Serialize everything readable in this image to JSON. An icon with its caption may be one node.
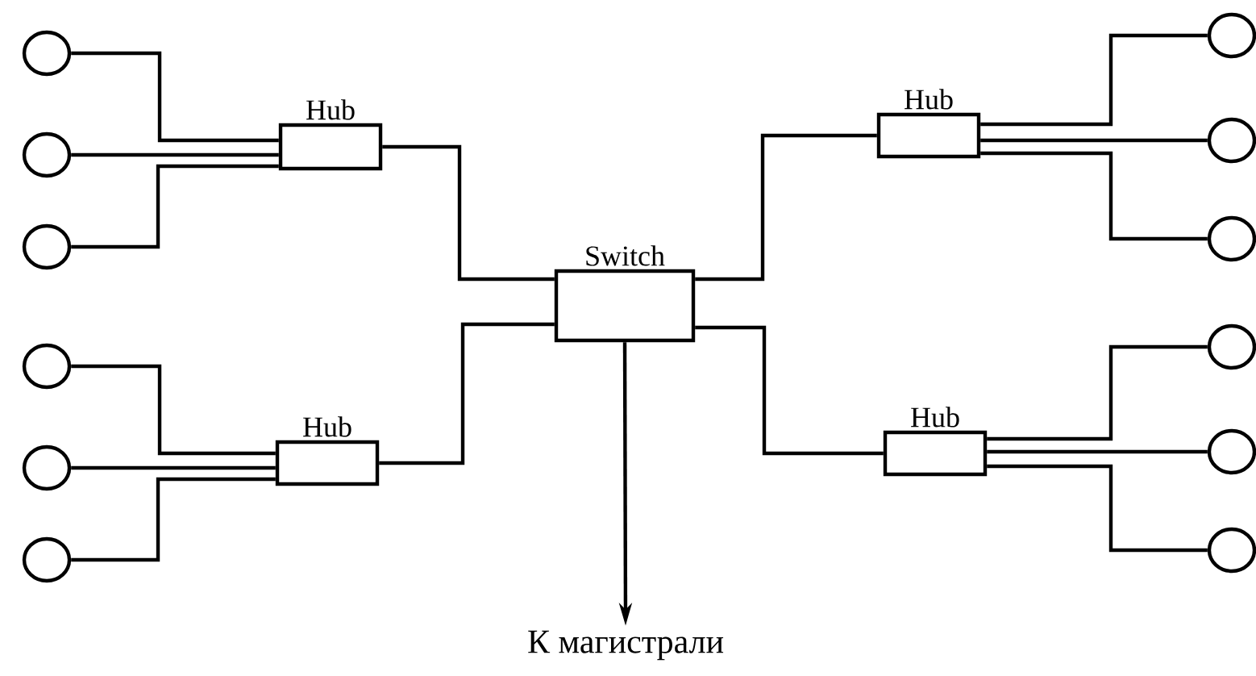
{
  "diagram": {
    "nodes": [
      {
        "text": [
          "Hub"
        ]
      },
      {
        "text": [
          "Hub"
        ]
      },
      {
        "text": [
          "Switch"
        ]
      },
      {
        "text": [
          "Hub"
        ]
      },
      {
        "text": [
          "Hub"
        ]
      },
      {
        "text": [
          "К магистрали"
        ]
      },
      {
        "text": [],
        "shape": "circle"
      },
      {
        "text": [],
        "shape": "circle"
      },
      {
        "text": [],
        "shape": "circle"
      },
      {
        "text": [],
        "shape": "circle"
      },
      {
        "text": [],
        "shape": "circle"
      },
      {
        "text": [],
        "shape": "circle"
      },
      {
        "text": [],
        "shape": "circle"
      },
      {
        "text": [],
        "shape": "circle"
      },
      {
        "text": [],
        "shape": "circle"
      },
      {
        "text": [],
        "shape": "circle"
      },
      {
        "text": [],
        "shape": "circle"
      },
      {
        "text": [],
        "shape": "circle"
      }
    ],
    "edges": [
      {
        "from": 6,
        "to": 0,
        "arrow": "none"
      },
      {
        "from": 7,
        "to": 0,
        "arrow": "none"
      },
      {
        "from": 8,
        "to": 0,
        "arrow": "none"
      },
      {
        "from": 9,
        "to": 3,
        "arrow": "none"
      },
      {
        "from": 10,
        "to": 3,
        "arrow": "none"
      },
      {
        "from": 11,
        "to": 3,
        "arrow": "none"
      },
      {
        "from": 12,
        "to": 1,
        "arrow": "none"
      },
      {
        "from": 13,
        "to": 1,
        "arrow": "none"
      },
      {
        "from": 14,
        "to": 1,
        "arrow": "none"
      },
      {
        "from": 15,
        "to": 4,
        "arrow": "none"
      },
      {
        "from": 16,
        "to": 4,
        "arrow": "none"
      },
      {
        "from": 17,
        "to": 4,
        "arrow": "none"
      },
      {
        "from": 0,
        "to": 2,
        "arrow": "none"
      },
      {
        "from": 3,
        "to": 2,
        "arrow": "none"
      },
      {
        "from": 2,
        "to": 1,
        "arrow": "none"
      },
      {
        "from": 2,
        "to": 4,
        "arrow": "none"
      },
      {
        "from": 2,
        "to": 5,
        "arrow": "to"
      }
    ]
  }
}
